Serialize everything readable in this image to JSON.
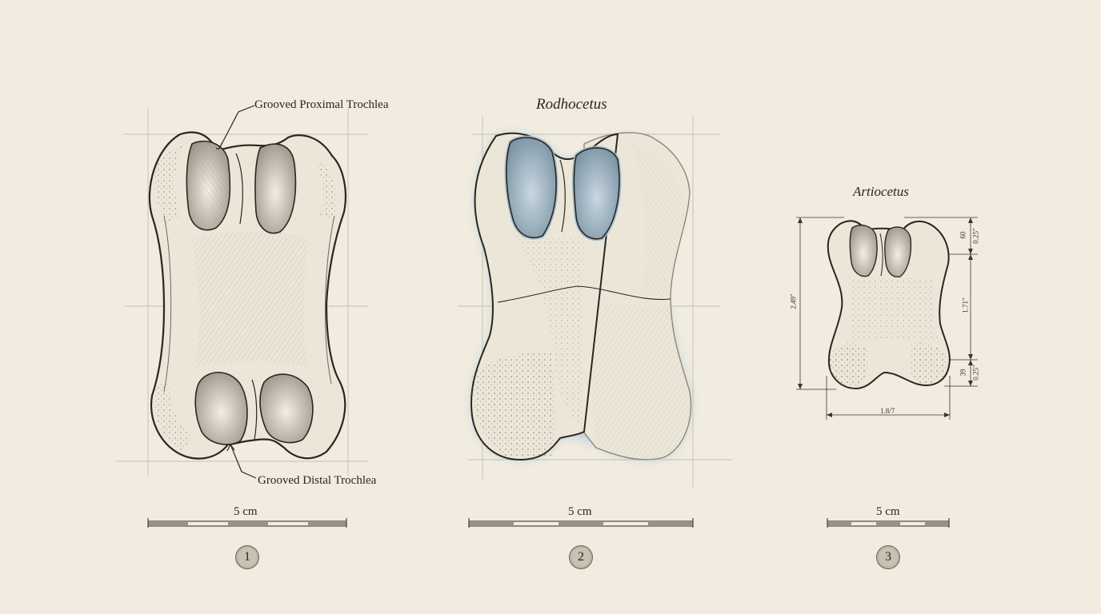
{
  "figure": {
    "specimen_1": {
      "label_proximal": "Grooved Proximal Trochlea",
      "label_distal": "Grooved Distal Trochlea",
      "scale_label": "5 cm",
      "number": "1"
    },
    "specimen_2": {
      "title": "Rodhocetus",
      "scale_label": "5 cm",
      "number": "2"
    },
    "specimen_3": {
      "title": "Artiocetus",
      "scale_label": "5 cm",
      "number": "3",
      "dimensions": {
        "height": "2.49\"",
        "width": "1.8/7",
        "right_top_a": "60",
        "right_top_b": "0.25\"",
        "right_mid": "1.71\"",
        "right_bottom_a": "39",
        "right_bottom_b": "0.25\""
      }
    }
  },
  "colors": {
    "background": "#f1ecdf",
    "bone": "#ece6d8",
    "bone_shadow": "#cfc7b6",
    "ink": "#2a2622",
    "highlight_blue": "#a9c3d6"
  }
}
